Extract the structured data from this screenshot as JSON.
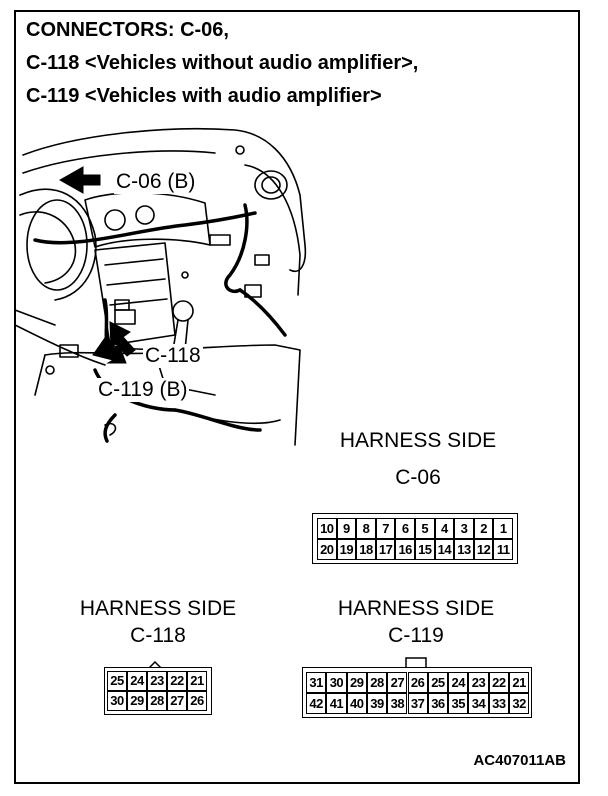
{
  "title": {
    "line1": "CONNECTORS: C-06,",
    "line2": "C-118 <Vehicles without audio amplifier>,",
    "line3": "C-119 <Vehicles with audio amplifier>"
  },
  "callouts": {
    "c06": "C-06 (B)",
    "c118": "C-118",
    "c119": "C-119 (B)"
  },
  "connectors": {
    "c06": {
      "side": "HARNESS SIDE",
      "name": "C-06",
      "top": [
        "10",
        "9",
        "8",
        "7",
        "6",
        "5",
        "4",
        "3",
        "2",
        "1"
      ],
      "bottom": [
        "20",
        "19",
        "18",
        "17",
        "16",
        "15",
        "14",
        "13",
        "12",
        "11"
      ]
    },
    "c118": {
      "side": "HARNESS SIDE",
      "name": "C-118",
      "top": [
        "25",
        "24",
        "23",
        "22",
        "21"
      ],
      "bottom": [
        "30",
        "29",
        "28",
        "27",
        "26"
      ]
    },
    "c119": {
      "side": "HARNESS SIDE",
      "name": "C-119",
      "top": [
        "31",
        "30",
        "29",
        "28",
        "27",
        "26",
        "25",
        "24",
        "23",
        "22",
        "21"
      ],
      "bottom": [
        "42",
        "41",
        "40",
        "39",
        "38",
        "37",
        "36",
        "35",
        "34",
        "33",
        "32"
      ]
    }
  },
  "figure_id": "AC407011AB"
}
